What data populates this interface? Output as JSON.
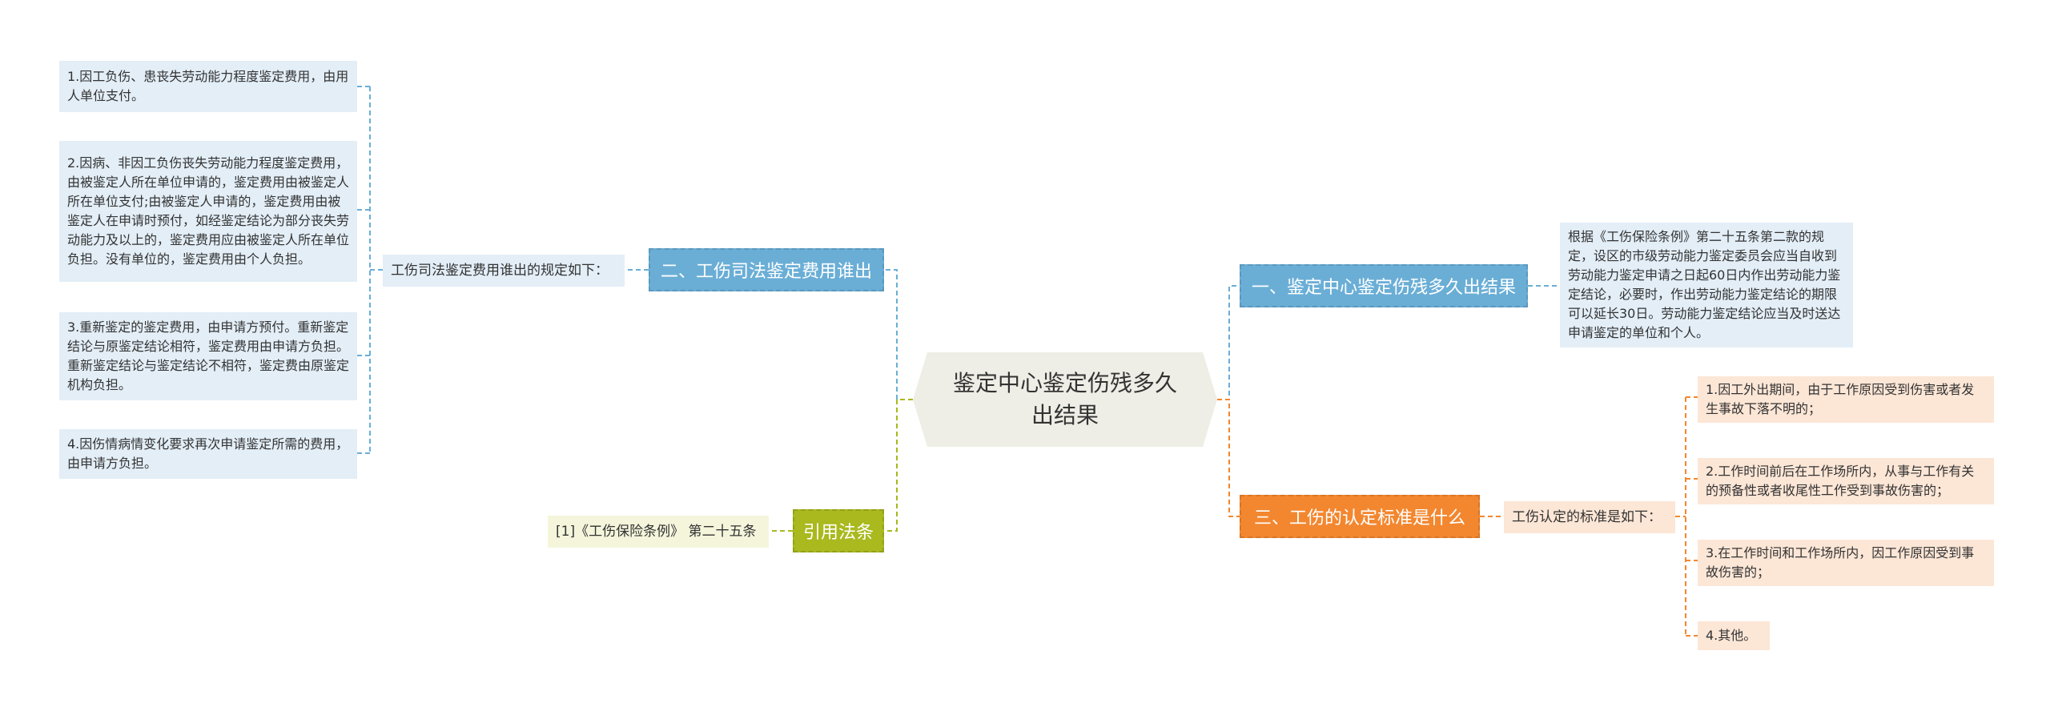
{
  "root": "鉴定中心鉴定伤残多久出结果",
  "branches": {
    "b1": {
      "label": "一、鉴定中心鉴定伤残多久出结果",
      "color": "#6aaed6",
      "detail": "根据《工伤保险条例》第二十五条第二款的规定，设区的市级劳动能力鉴定委员会应当自收到劳动能力鉴定申请之日起60日内作出劳动能力鉴定结论，必要时，作出劳动能力鉴定结论的期限可以延长30日。劳动能力鉴定结论应当及时送达申请鉴定的单位和个人。"
    },
    "b2": {
      "label": "二、工伤司法鉴定费用谁出",
      "color": "#6aaed6",
      "sub": "工伤司法鉴定费用谁出的规定如下：",
      "items": [
        "1.因工负伤、患丧失劳动能力程度鉴定费用，由用人单位支付。",
        "2.因病、非因工负伤丧失劳动能力程度鉴定费用，由被鉴定人所在单位申请的，鉴定费用由被鉴定人所在单位支付;由被鉴定人申请的，鉴定费用由被鉴定人在申请时预付，如经鉴定结论为部分丧失劳动能力及以上的，鉴定费用应由被鉴定人所在单位负担。没有单位的，鉴定费用由个人负担。",
        "3.重新鉴定的鉴定费用，由申请方预付。重新鉴定结论与原鉴定结论相符，鉴定费用由申请方负担。重新鉴定结论与鉴定结论不相符，鉴定费由原鉴定机构负担。",
        "4.因伤情病情变化要求再次申请鉴定所需的费用，由申请方负担。"
      ]
    },
    "b3": {
      "label": "三、工伤的认定标准是什么",
      "color": "#f3872f",
      "sub": "工伤认定的标准是如下：",
      "items": [
        "1.因工外出期间，由于工作原因受到伤害或者发生事故下落不明的；",
        "2.工作时间前后在工作场所内，从事与工作有关的预备性或者收尾性工作受到事故伤害的；",
        "3.在工作时间和工作场所内，因工作原因受到事故伤害的；",
        "4.其他。"
      ]
    },
    "b4": {
      "label": "引用法条",
      "color": "#a9b91e",
      "item": "[1]《工伤保险条例》 第二十五条"
    }
  },
  "colors": {
    "blue_line": "#6aaed6",
    "orange_line": "#f3872f",
    "olive_line": "#a9b91e"
  }
}
